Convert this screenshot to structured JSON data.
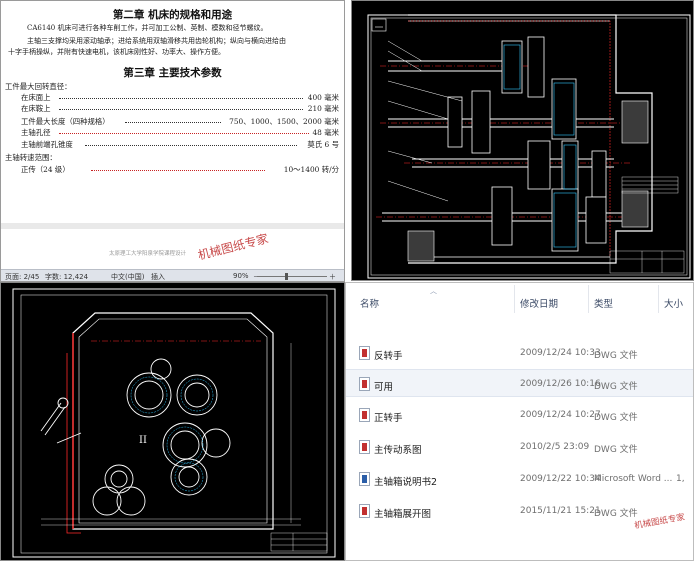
{
  "document": {
    "chapter2_title": "第二章 机床的规格和用途",
    "chapter2_p1": "CA6140 机床可进行各种车削工作，并可加工公制、英制、模数和径节螺纹。",
    "chapter2_p2_line1": "主轴三支撑均采用滚动轴承；进给系统用双轴滑移共用齿轮机构；纵向与横向进给由",
    "chapter2_p2_line2": "十字手柄操纵，并附有快速电机，该机床刚性好、功率大、操作方便。",
    "chapter3_title": "第三章 主要技术参数",
    "params": [
      {
        "label": "工件最大回转直径：",
        "value": ""
      },
      {
        "label": "在床面上",
        "value": "400 毫米"
      },
      {
        "label": "在床鞍上",
        "value": "210 毫米"
      },
      {
        "label": "工件最大长度（四种规格）",
        "value": "750、1000、1500、2000 毫米"
      },
      {
        "label": "主轴孔径",
        "value": "48 毫米"
      },
      {
        "label": "主轴前端孔锥度",
        "value": "莫氏 6 号"
      },
      {
        "label": "主轴转速范围：",
        "value": ""
      },
      {
        "label": "正传（24 级）",
        "value": "10～1400 转/分"
      }
    ],
    "footer_text": "太原理工大学阳泉学院课程设计"
  },
  "watermarks": {
    "doc": "机械图纸专家",
    "explorer": "机械图纸专家"
  },
  "statusbar": {
    "page": "页面: 2/45",
    "words": "字数: 12,424",
    "language": "中文(中国)",
    "mode": "插入",
    "zoom": "90%",
    "zoom_minus": "－",
    "zoom_plus": "＋"
  },
  "cad_section_label": "II",
  "cad_section_label_alt": "II",
  "explorer": {
    "columns": [
      "名称",
      "修改日期",
      "类型",
      "大小"
    ],
    "files": [
      {
        "name": "反转手",
        "date": "2009/12/24 10:33",
        "type": "DWG 文件",
        "size": "",
        "icon": "dwg-icon"
      },
      {
        "name": "可用",
        "date": "2009/12/26 10:16",
        "type": "DWG 文件",
        "size": "",
        "icon": "dwg-icon"
      },
      {
        "name": "正转手",
        "date": "2009/12/24 10:27",
        "type": "DWG 文件",
        "size": "",
        "icon": "dwg-icon"
      },
      {
        "name": "主传动系图",
        "date": "2010/2/5 23:09",
        "type": "DWG 文件",
        "size": "",
        "icon": "dwg-icon"
      },
      {
        "name": "主轴箱说明书2",
        "date": "2009/12/22 10:34",
        "type": "Microsoft Word ...",
        "size": "1,",
        "icon": "word-icon"
      },
      {
        "name": "主轴箱展开图",
        "date": "2015/11/21 15:21",
        "type": "DWG 文件",
        "size": "",
        "icon": "dwg-icon"
      }
    ]
  },
  "colors": {
    "cad_background": "#000000",
    "cad_red": "#ff2a2a",
    "cad_white": "#ffffff",
    "cad_cyan": "#32c8ff",
    "explorer_header": "#3b4a66",
    "selected_row": "#f1f4f9",
    "watermark": "#c84a4a"
  }
}
